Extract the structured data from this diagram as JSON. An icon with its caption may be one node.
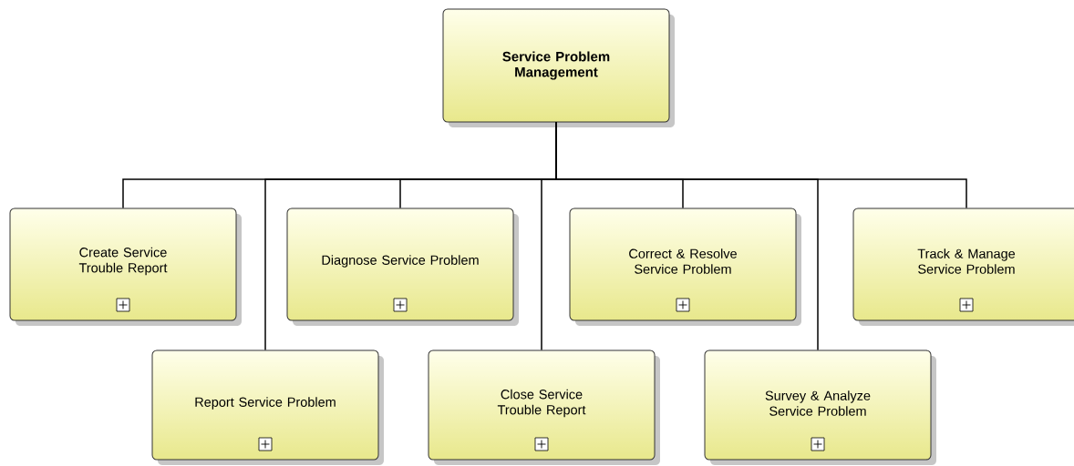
{
  "diagram": {
    "nodes": [
      {
        "text": [
          "Service Problem Management"
        ]
      },
      {
        "text": [
          "Create Service Trouble Report"
        ]
      },
      {
        "text": [
          "Report Service Problem"
        ]
      },
      {
        "text": [
          "Diagnose Service Problem"
        ]
      },
      {
        "text": [
          "Close Service Trouble Report"
        ]
      },
      {
        "text": [
          "Correct & Resolve Service Problem"
        ]
      },
      {
        "text": [
          "Survey & Analyze Service Problem"
        ]
      },
      {
        "text": [
          "Track & Manage Service Problem"
        ]
      }
    ],
    "edges": [
      {
        "from": 0,
        "to": 1,
        "arrow": "none"
      },
      {
        "from": 0,
        "to": 2,
        "arrow": "none"
      },
      {
        "from": 0,
        "to": 3,
        "arrow": "none"
      },
      {
        "from": 0,
        "to": 4,
        "arrow": "none"
      },
      {
        "from": 0,
        "to": 5,
        "arrow": "none"
      },
      {
        "from": 0,
        "to": 6,
        "arrow": "none"
      },
      {
        "from": 0,
        "to": 7,
        "arrow": "none"
      }
    ]
  }
}
